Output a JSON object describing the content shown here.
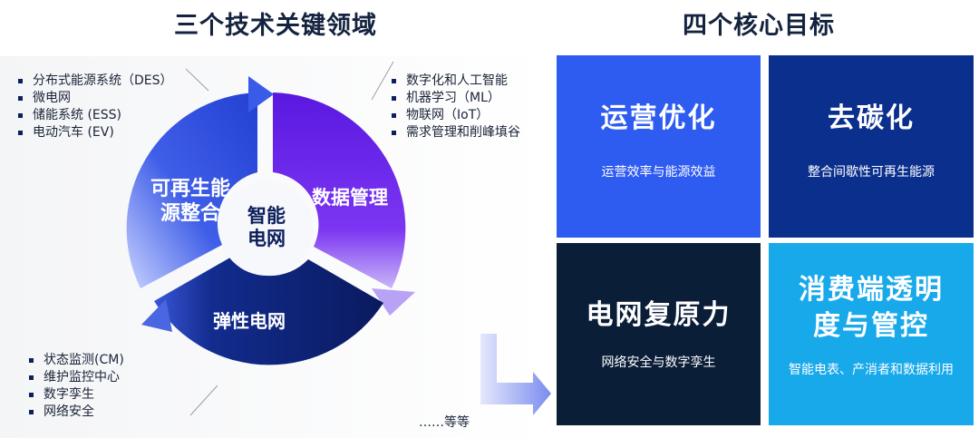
{
  "left_title": "三个技术关键领域",
  "right_title": "四个核心目标",
  "center": {
    "line1": "智能",
    "line2": "电网"
  },
  "segments": {
    "renewable": {
      "line1": "可再生能",
      "line2": "源整合"
    },
    "data": "数据管理",
    "elastic": "弹性电网"
  },
  "lists": {
    "renewable": [
      "分布式能源系统（DES）",
      "微电网",
      "储能系统 (ESS)",
      "电动汽车 (EV)"
    ],
    "data": [
      "数字化和人工智能",
      "机器学习（ML）",
      "物联网（IoT）",
      "需求管理和削峰填谷"
    ],
    "elastic": [
      "状态监测(CM)",
      "维护监控中心",
      "数字孪生",
      "网络安全"
    ]
  },
  "etc": "……等等",
  "goals": {
    "operations": {
      "title": "运营优化",
      "subtitle": "运营效率与能源效益"
    },
    "decarbonization": {
      "title": "去碳化",
      "subtitle": "整合间歇性可再生能源"
    },
    "resilience": {
      "title": "电网复原力",
      "subtitle": "网络安全与数字孪生"
    },
    "transparency": {
      "title_line1": "消费端透明",
      "title_line2": "度与管控",
      "subtitle": "智能电表、产消者和数据利用"
    }
  },
  "colors": {
    "renewable_segment": "#2a49d8",
    "data_segment": "#6a22e8",
    "elastic_segment": "#0c1f6e",
    "goal_operations": "#2e5bf0",
    "goal_decarbonization": "#0b2f8c",
    "goal_resilience": "#0b1e38",
    "goal_transparency": "#18a9eb",
    "heading": "#14233f"
  },
  "icons": [
    "bullet-square-icon",
    "cycle-arrow-icon",
    "connector-arrow-icon"
  ]
}
